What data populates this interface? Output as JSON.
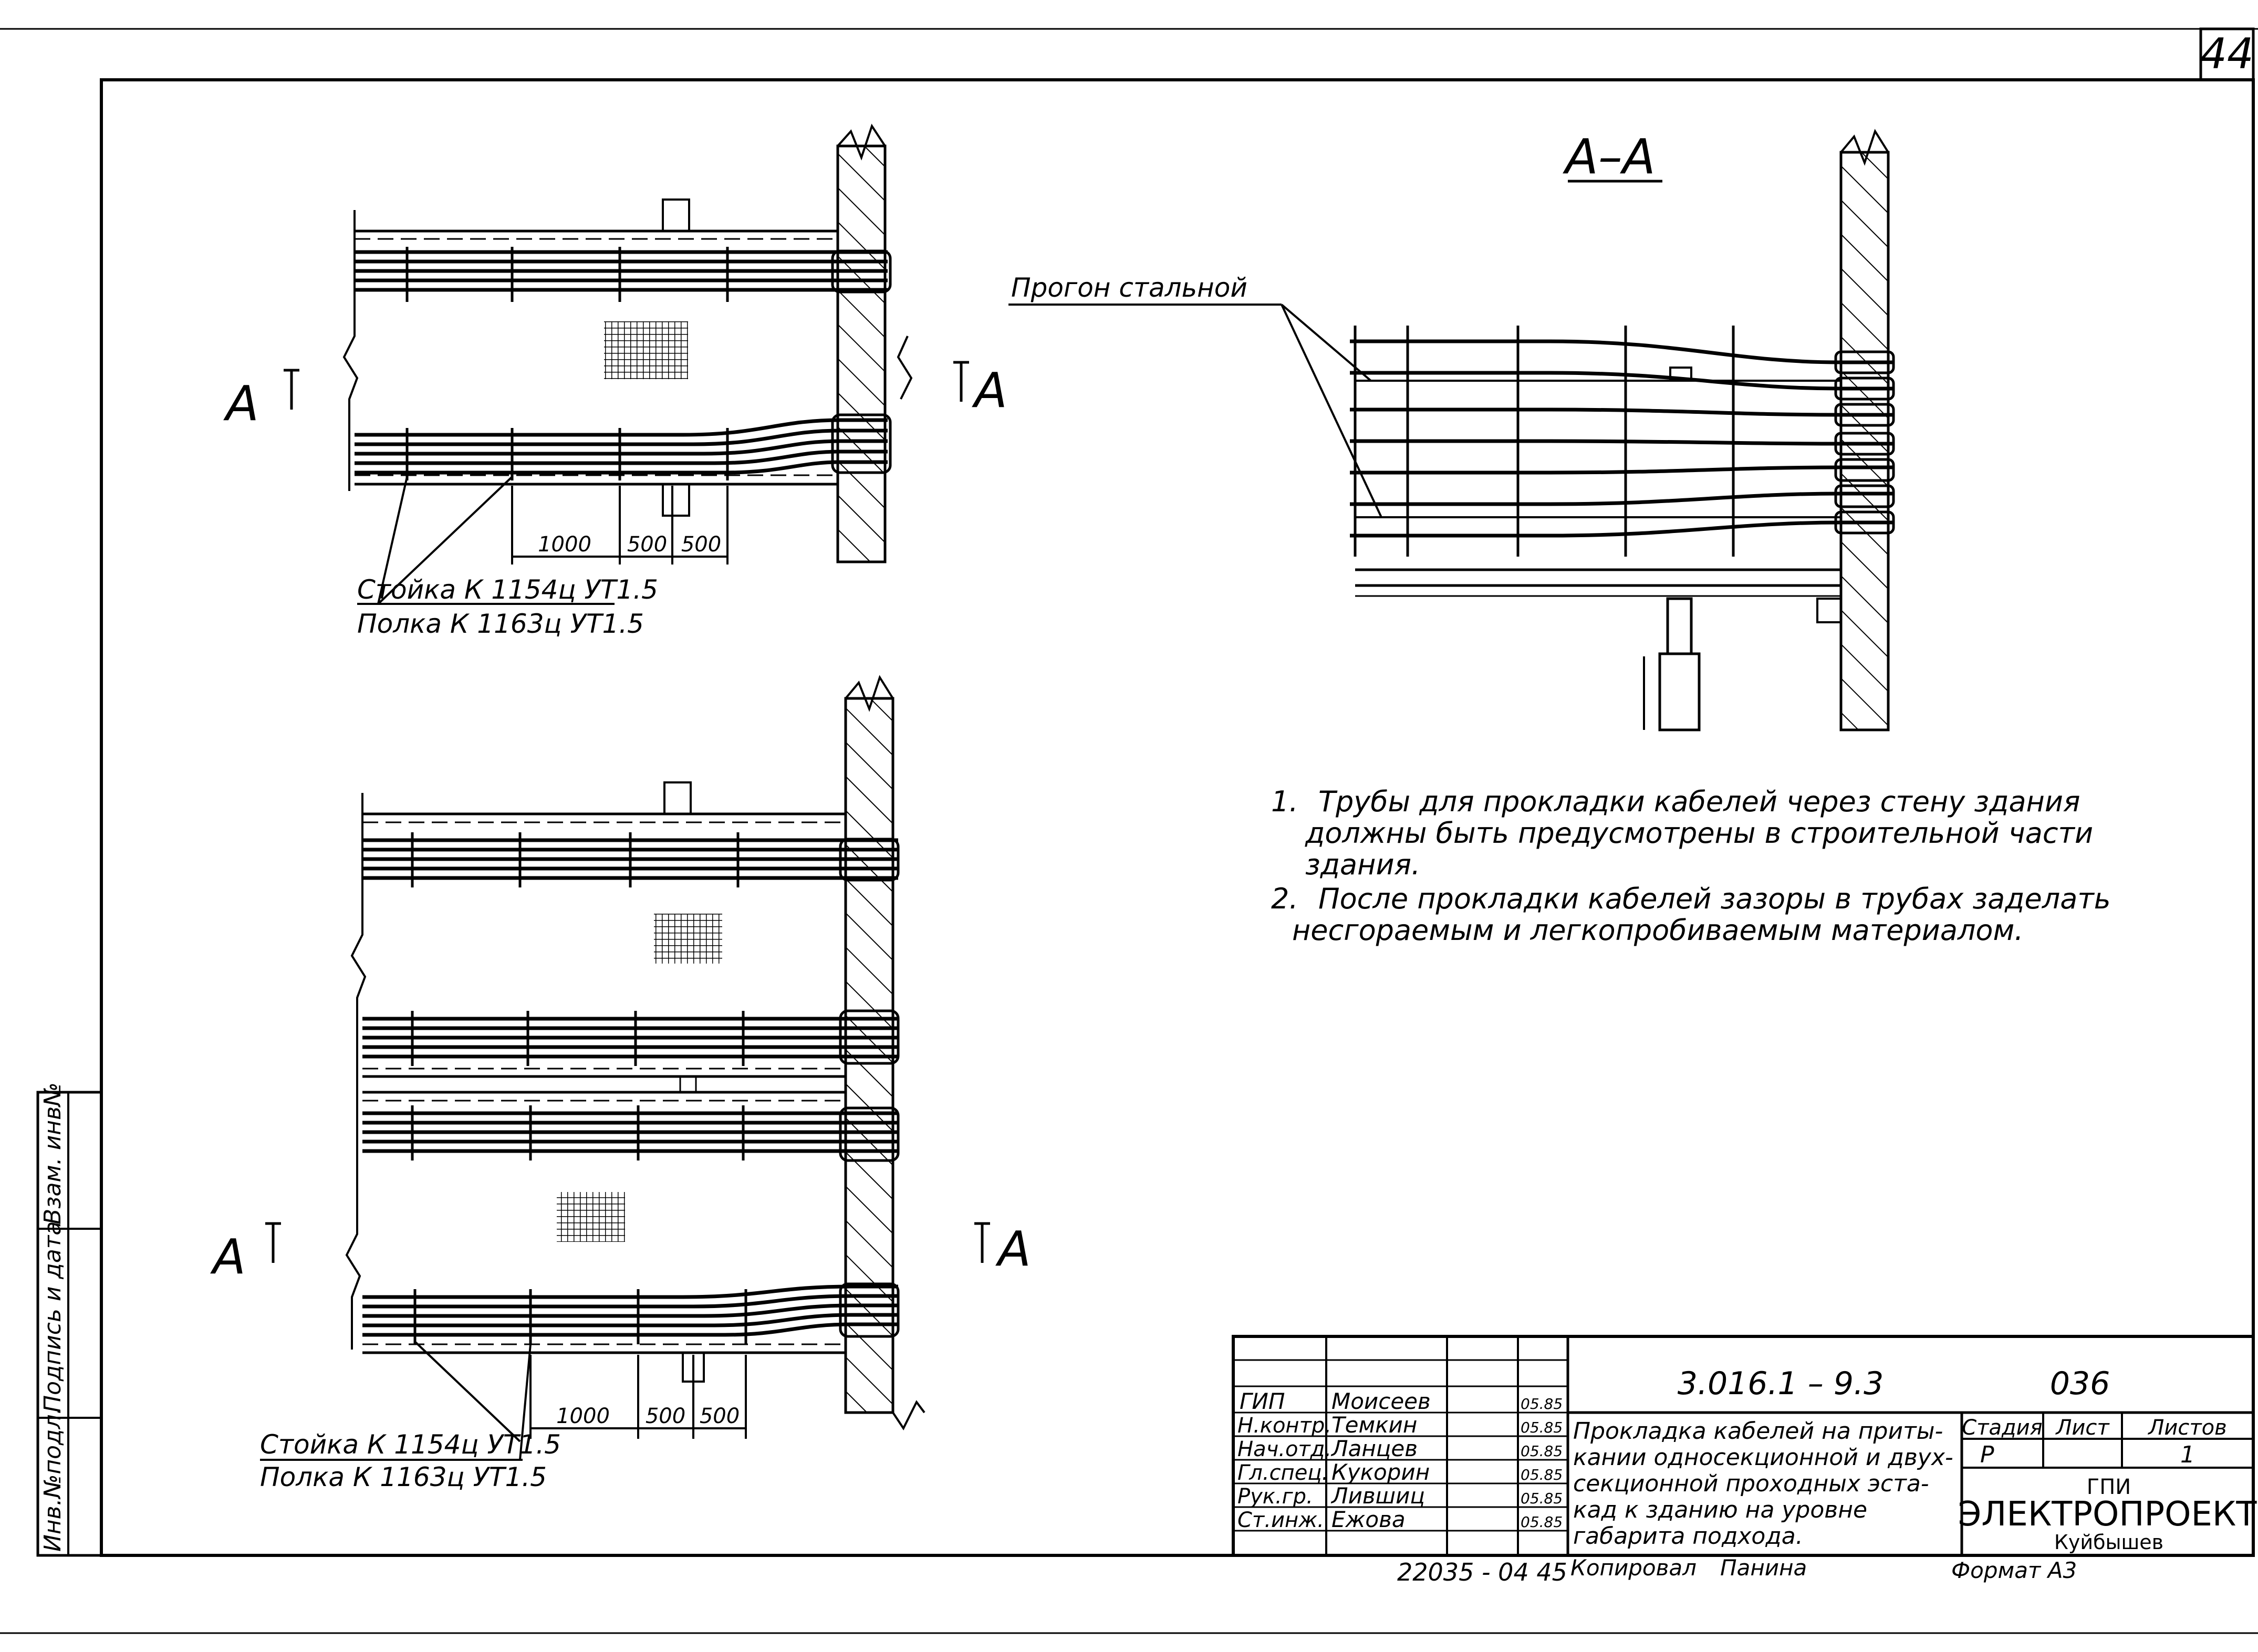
{
  "sheet": {
    "page_number": "44"
  },
  "top_plan": {
    "section_left": "А",
    "section_right": "А",
    "dims": [
      "1000",
      "500",
      "500"
    ],
    "callout_line1": "Стойка К 1154ц УТ1.5",
    "callout_line2": "Полка К 1163ц УТ1.5"
  },
  "bottom_plan": {
    "section_left": "А",
    "section_right": "А",
    "dims": [
      "1000",
      "500",
      "500"
    ],
    "callout_line1": "Стойка К 1154ц УТ1.5",
    "callout_line2": "Полка К 1163ц УТ1.5"
  },
  "section_view": {
    "title": "А–А",
    "callout": "Прогон стальной"
  },
  "notes": [
    {
      "num": "1.",
      "lines": [
        "Трубы  для  прокладки  кабелей  через  стену  здания",
        "должны  быть  предусмотрены  в  строительной  части",
        "здания."
      ]
    },
    {
      "num": "2.",
      "lines": [
        "После  прокладки  кабелей  зазоры  в  трубах  заделать",
        "несгораемым   и  легкопробиваемым  материалом."
      ]
    }
  ],
  "margin_stamp": {
    "labels": [
      "Инв.№подл.",
      "Подпись и дата",
      "Взам. инв№"
    ]
  },
  "title_block": {
    "doc_code": "3.016.1 – 9.3",
    "sheet_code": "036",
    "rows": [
      {
        "role": "ГИП",
        "name": "Моисеев",
        "date": "05.85"
      },
      {
        "role": "Н.контр.",
        "name": "Темкин",
        "date": "05.85"
      },
      {
        "role": "Нач.отд.",
        "name": "Ланцев",
        "date": "05.85"
      },
      {
        "role": "Гл.спец.",
        "name": "Кукорин",
        "date": "05.85"
      },
      {
        "role": "Рук.гр.",
        "name": "Лившиц",
        "date": "05.85"
      },
      {
        "role": "Ст.инж.",
        "name": "Ежова",
        "date": "05.85"
      }
    ],
    "description": [
      "Прокладка кабелей на приты-",
      "кании односекционной и двух-",
      "секционной проходных эста-",
      "кад к зданию на уровне",
      "габарита  подхода."
    ],
    "stage_header": "Стадия",
    "sheet_header": "Лист",
    "sheets_header": "Листов",
    "stage_value": "Р",
    "sheets_value": "1",
    "org_line1": "ГПИ",
    "org_line2": "ЭЛЕКТРОПРОЕКТ",
    "org_city": "Куйбышев",
    "inv_number": "22035 - 04  45",
    "copied_by": "Копировал",
    "copier": "Панина",
    "format": "Формат А3"
  }
}
